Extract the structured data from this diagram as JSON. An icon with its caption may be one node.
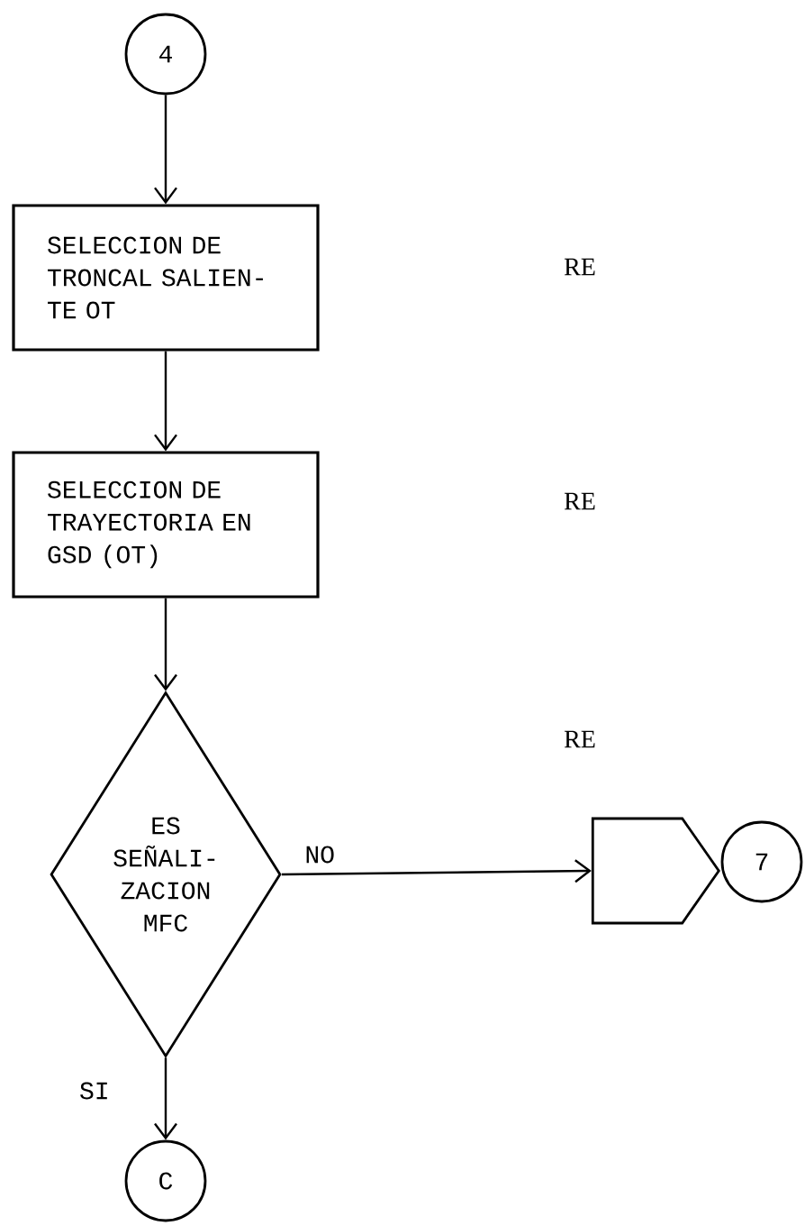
{
  "diagram": {
    "nodes": [
      {
        "text": [
          "4"
        ]
      },
      {
        "text": [
          "SELECCION DE TRONCAL SALIEN- TE OT"
        ]
      },
      {
        "text": [
          "SELECCION DE TRAYECTORIA EN GSD (OT)"
        ]
      },
      {
        "text": [
          "ES SEÑALI- ZACION MFC"
        ]
      },
      {
        "text": [],
        "shape": "pentagon"
      },
      {
        "text": [
          "7"
        ]
      },
      {
        "text": [
          "C"
        ]
      }
    ],
    "edges": [
      {
        "from": 0,
        "to": 1,
        "arrow": "to"
      },
      {
        "from": 1,
        "to": 2,
        "arrow": "to"
      },
      {
        "from": 2,
        "to": 3,
        "arrow": "to"
      },
      {
        "from": 3,
        "to": 4,
        "arrow": "to",
        "label": "NO"
      },
      {
        "from": 3,
        "to": 6,
        "arrow": "to",
        "label": "SI"
      }
    ],
    "labels": [
      "RE",
      "RE",
      "RE"
    ]
  }
}
